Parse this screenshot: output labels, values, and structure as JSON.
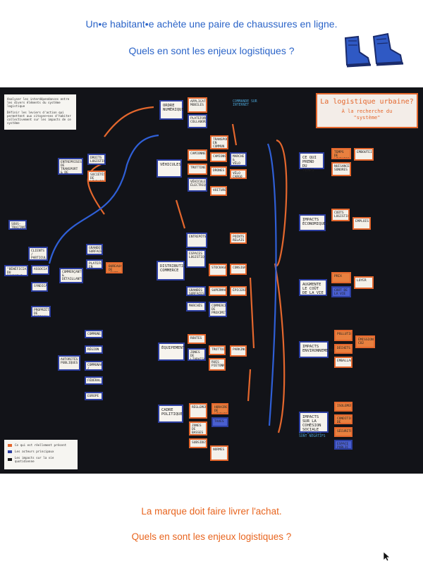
{
  "header": {
    "line1": "Un•e habitant•e achète une paire de chaussures en ligne.",
    "line2": "Quels en sont les enjeux logistiques ?"
  },
  "footer": {
    "line1": "La marque doit faire livrer l'achat.",
    "line2": "Quels en sont les enjeux logistiques ?"
  },
  "icons": {
    "shoes": "shoes-icon",
    "cursor": "cursor-icon"
  },
  "colors": {
    "blue_text": "#2b64c8",
    "orange_text": "#e8651f",
    "board": "#121318",
    "blue_arrow": "#2f5fd6",
    "orange_arrow": "#e4672d"
  },
  "board": {
    "title": "La logistique urbaine?",
    "subtitle1": "À la recherche du",
    "subtitle2": "\"système\"",
    "note_lines": [
      "Analyser les interdépendances entre les divers éléments du système logistique",
      "Définir les leviers d'action qui permettent aux citoyen•nes d'habiter collectivement sur les impacts de ce système"
    ],
    "legend": [
      "Ce qui est réellement présent",
      "Les acteurs principaux",
      "Les impacts sur la vie quotidienne"
    ],
    "handnote_top": "Commande sur internet",
    "handnote_bottom": "Les impacts sont négatifs",
    "left_cards": [
      "Entreprises de transport & de logistique",
      "Droits logistiques",
      "Sociétés de livraison",
      "Sous-traitants",
      "Clients / particuliers",
      "\"Bénéficiaires\" du domicile",
      "Associations",
      "Commerçants & détaillants",
      "Grandes surfaces",
      "Plateformes en ligne",
      "Bureaux de vente",
      "Syndicats",
      "Propriétaires de bureaux",
      "Commune",
      "Région",
      "Autorités publiques",
      "Communauté / fédéral",
      "Fédéral",
      "Europe"
    ],
    "center_categories": [
      "Ordre numérique",
      "Véhicules",
      "Distribution commerce",
      "Équipement",
      "Cadre politique"
    ],
    "impact_categories": [
      "Ce qui prend du temps",
      "Impacts économiques",
      "Augmente le coût de la vie",
      "Impacts environnementaux",
      "Impacts sur la cohésion sociale"
    ],
    "center_cards": [
      "Applications mobiles",
      "Plateformes collaboratives",
      "Transports en commun",
      "Camions",
      "Marche & vélo",
      "Camionnettes",
      "Trottinettes",
      "Véhicules électriques",
      "Drones",
      "Voitures",
      "Vélo cargo",
      "Points relais",
      "Consignes",
      "Entrepôts",
      "Grandes surfaces",
      "Supermarchés",
      "Épiceries",
      "Marchés",
      "Commerces de proximité",
      "Stockage",
      "Espaces logistiques",
      "Routes",
      "Trottoirs",
      "Parkings",
      "Zones de livraison",
      "Rues piétonnes",
      "Règlementations",
      "Horaires de livraison",
      "Taxes",
      "Zones de basses émissions",
      "Subsides",
      "Normes"
    ],
    "impact_cards": [
      "Temps de livraison",
      "Embouteillages",
      "Nuisances sonores",
      "Coûts logistiques",
      "Emplois",
      "Prix",
      "Loyer",
      "Coût de la vie",
      "Pollution",
      "Émissions CO2",
      "Déchets",
      "Emballages",
      "Isolement",
      "Conditions de travail",
      "Sécurité",
      "Espace public"
    ]
  }
}
